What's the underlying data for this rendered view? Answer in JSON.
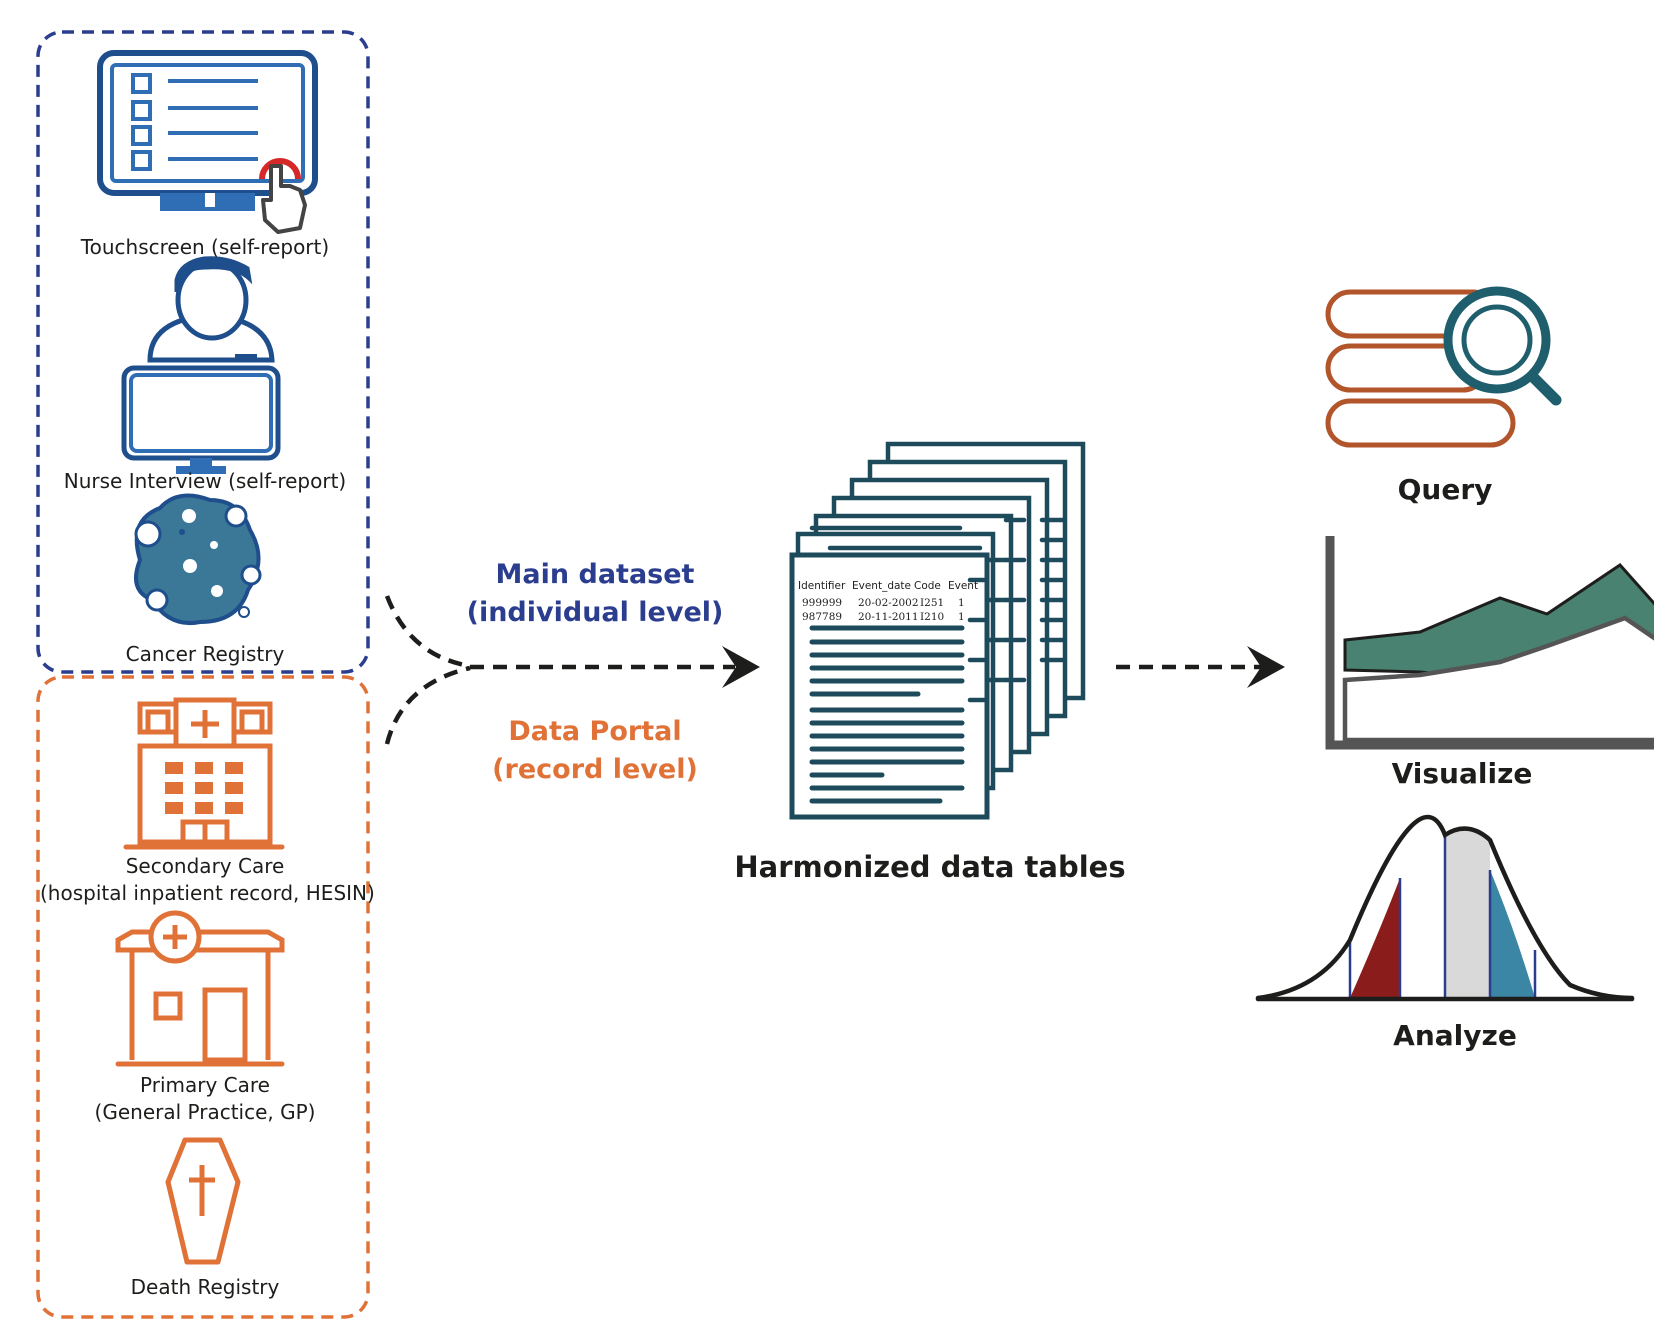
{
  "colors": {
    "blue": "#2b3d8f",
    "orange": "#e07238",
    "teal": "#1e4b5c",
    "icon_blue": "#2f6db5",
    "icon_blue_dark": "#1f4e8c",
    "orange_dark": "#b2552b",
    "teal_dark": "#1f5e6d",
    "viz_green": "#4a8272",
    "dark_red": "#8b1c1c",
    "gray": "#d9d9d9",
    "steel_blue": "#3b85a5",
    "black": "#1d1d1b"
  },
  "sources": {
    "touchscreen": {
      "icon": "touchscreen-monitor-icon",
      "label": "Touchscreen (self-report)"
    },
    "nurse": {
      "icon": "nurse-at-computer-icon",
      "label": "Nurse Interview (self-report)"
    },
    "cancer": {
      "icon": "cancer-cell-icon",
      "label": "Cancer Registry"
    },
    "secondary": {
      "icon": "hospital-icon",
      "line1": "Secondary Care",
      "line2": "(hospital inpatient record, HESIN)"
    },
    "primary": {
      "icon": "clinic-icon",
      "line1": "Primary Care",
      "line2": "(General Practice, GP)"
    },
    "death": {
      "icon": "coffin-icon",
      "label": "Death Registry"
    }
  },
  "flows": {
    "main": {
      "line1": "Main dataset",
      "line2": "(individual level)"
    },
    "portal": {
      "line1": "Data Portal",
      "line2": "(record level)"
    }
  },
  "tables": {
    "label": "Harmonized data tables",
    "headers": [
      "Identifier",
      "Event_date",
      "Code",
      "Event"
    ],
    "rows": [
      [
        "999999",
        "20-02-2002",
        "I251",
        "1"
      ],
      [
        "987789",
        "20-11-2011",
        "I210",
        "1"
      ]
    ]
  },
  "outputs": {
    "query": {
      "icon": "database-search-icon",
      "label": "Query"
    },
    "visualize": {
      "icon": "area-chart-icon",
      "label": "Visualize"
    },
    "analyze": {
      "icon": "bell-curve-icon",
      "label": "Analyze"
    }
  }
}
